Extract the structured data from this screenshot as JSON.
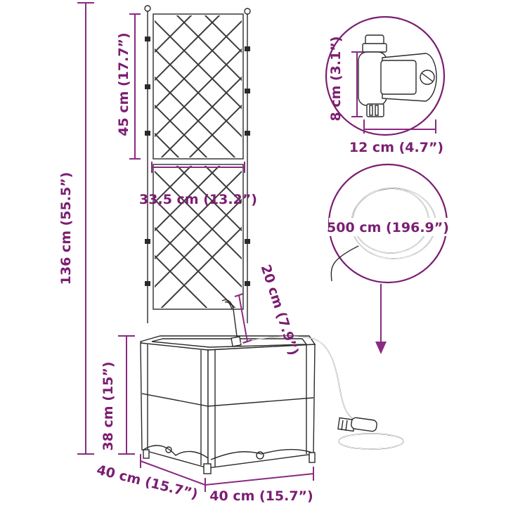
{
  "dimensions": {
    "total_height": "136 cm (55.5”)",
    "trellis_height": "45 cm (17.7”)",
    "trellis_width": "33,5 cm (13.2”)",
    "stake_length": "20 cm (7.9”)",
    "planter_height": "38 cm (15”)",
    "planter_depth": "40 cm (15.7”)",
    "planter_width": "40 cm (15.7”)",
    "timer_height": "8 cm (3.1”)",
    "timer_width": "12 cm (4.7”)",
    "hose_length": "500 cm (196.9”)"
  },
  "colors": {
    "accent": "#7b1e72",
    "outline": "#2a2a2a"
  }
}
